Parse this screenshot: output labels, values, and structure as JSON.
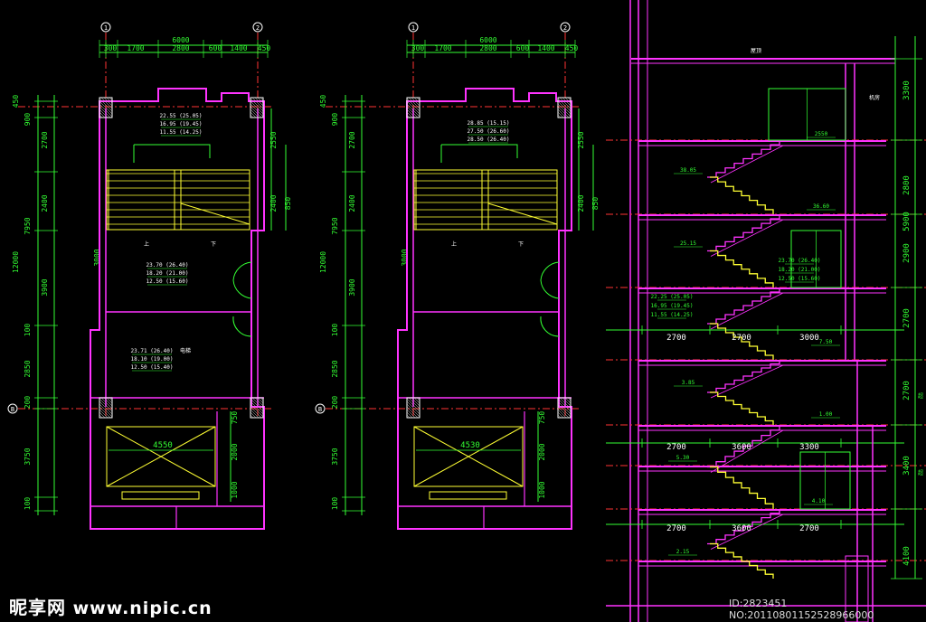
{
  "colors": {
    "wall": "#ff33ff",
    "dim": "#33ff33",
    "stair": "#ffff33",
    "axis": "#ff3333",
    "text": "#ffffff",
    "column": "#cccccc"
  },
  "plan_a": {
    "axis_top": [
      "1",
      "2"
    ],
    "axis_left": "B",
    "top_dims": [
      "6000",
      "300",
      "1700",
      "2800",
      "600",
      "1400",
      "450"
    ],
    "left_dims": [
      "450",
      "900",
      "2700",
      "2400",
      "7950",
      "12000",
      "3900",
      "3000",
      "100",
      "2850",
      "200",
      "3750",
      "100"
    ],
    "right_dims": [
      "2550",
      "2400",
      "850",
      "750",
      "2000",
      "1000"
    ],
    "texts": [
      "22.55 (25.05)",
      "16.95 (19.45)",
      "11.55 (14.25)",
      "23.70 (26.40)",
      "18.20 (21.00)",
      "12.50 (15.60)",
      "23.71 (26.40)",
      "18.10 (19.00)",
      "12.50 (15.40)"
    ],
    "hall_label": "电梯",
    "elevator_dim": "4550",
    "arrow_labels": [
      "上",
      "下"
    ]
  },
  "plan_b": {
    "axis_top": [
      "1",
      "2"
    ],
    "axis_left": "B",
    "top_dims": [
      "6000",
      "300",
      "1700",
      "2800",
      "600",
      "1400",
      "450"
    ],
    "left_dims": [
      "450",
      "900",
      "2700",
      "2400",
      "7950",
      "12000",
      "3900",
      "3000",
      "100",
      "2850",
      "200",
      "3750",
      "100"
    ],
    "right_dims": [
      "2550",
      "2400",
      "850",
      "750",
      "2000",
      "1000"
    ],
    "texts": [
      "28.85 (15.15)",
      "27.50 (26.60)",
      "28.50 (26.40)"
    ],
    "elevator_dim": "4530",
    "arrow_labels": [
      "上",
      "下"
    ]
  },
  "section": {
    "roof_label": "屋顶",
    "room_label": "机房",
    "right_dims": [
      "3300",
      "2800",
      "5900",
      "2900",
      "2700",
      "2700",
      "3400",
      "4100"
    ],
    "level_labels": [
      "2550",
      "38.05",
      "36.60",
      "25.15",
      "22.25 (25.05)",
      "16.95 (19.45)",
      "11.55 (14.25)",
      "3.85",
      "1.00",
      "23.70 (26.40)",
      "18.20 (21.00)",
      "12.50 (15.60)",
      "7.50",
      "5.30",
      "4.10",
      "2.15"
    ],
    "span_rows": [
      [
        "2700",
        "2700",
        "3000"
      ],
      [
        "2700",
        "3600",
        "3300"
      ],
      [
        "2700",
        "3600",
        "2700"
      ]
    ],
    "side_marks": [
      "超",
      "超"
    ]
  },
  "watermark": {
    "brand": "昵享网",
    "url": "www.nipic.cn"
  },
  "image_id": "ID:2823451 NO:20110801152528966000"
}
